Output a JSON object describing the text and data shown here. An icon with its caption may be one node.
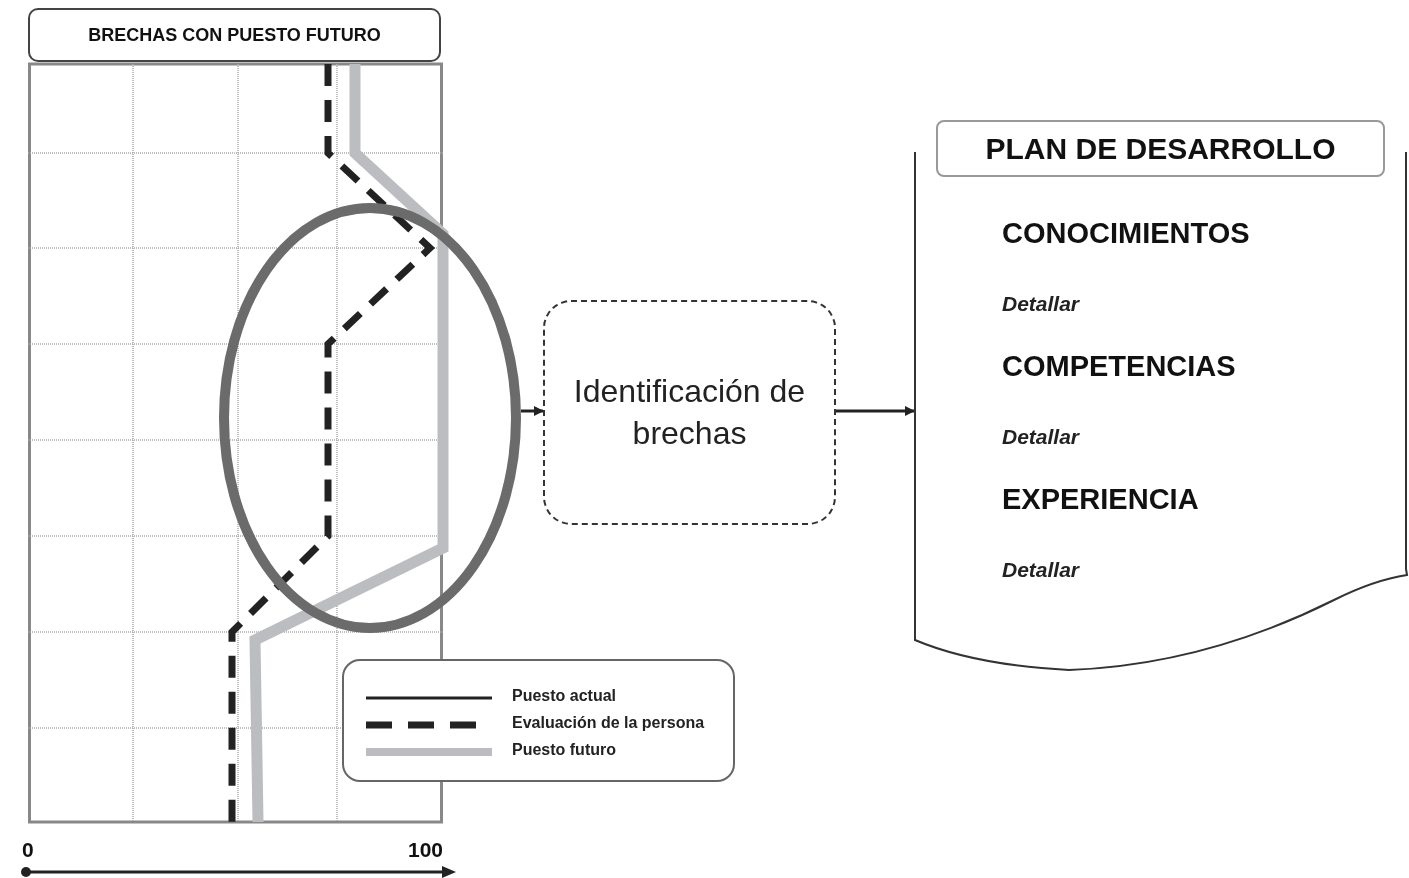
{
  "diagram": {
    "nodes": [
      {
        "text": [
          "BRECHAS CON PUESTO FUTURO"
        ]
      },
      {
        "text": [],
        "shape": "ellipse"
      },
      {
        "text": [
          "Identificación de brechas"
        ]
      },
      {
        "text": [
          "PLAN DE DESARROLLO",
          "CONOCIMIENTOS",
          "Detallar",
          "COMPETENCIAS",
          "Detallar",
          "EXPERIENCIA",
          "Detallar"
        ]
      }
    ],
    "edges": [
      {
        "from": 1,
        "to": 2,
        "arrow": "to"
      },
      {
        "from": 2,
        "to": 3,
        "arrow": "to"
      }
    ],
    "labels": [
      "0",
      "100"
    ],
    "legend": [
      {
        "text": "Puesto actual"
      },
      {
        "text": "Evaluación de la persona"
      },
      {
        "text": "Puesto futuro"
      }
    ]
  }
}
